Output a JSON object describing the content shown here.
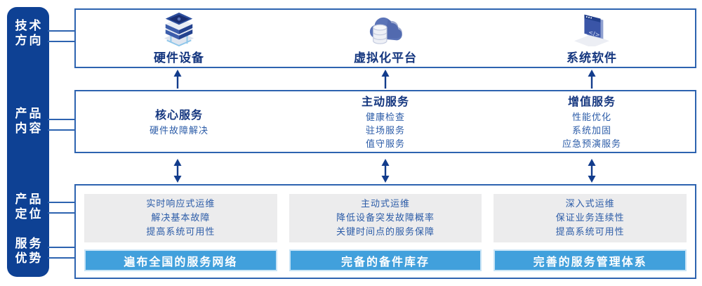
{
  "colors": {
    "sidebar_bg": "#0e4194",
    "box_border": "#2d63b0",
    "heading_text": "#14367f",
    "body_text": "#2c5ca8",
    "panel_grey": "#ececed",
    "banner_blue": "#41a0dc",
    "arrow": "#123c8c"
  },
  "sidebar": {
    "groups": [
      {
        "line1": "技术",
        "line2": "方向"
      },
      {
        "line1": "产品",
        "line2": "内容"
      },
      {
        "line1": "产品",
        "line2": "定位"
      },
      {
        "line1": "服务",
        "line2": "优势"
      }
    ]
  },
  "tech_row": {
    "items": [
      {
        "icon": "server-stack-icon",
        "label": "硬件设备"
      },
      {
        "icon": "cloud-database-icon",
        "label": "虚拟化平台"
      },
      {
        "icon": "code-window-icon",
        "label": "系统软件"
      }
    ]
  },
  "content_row": {
    "columns": [
      {
        "title": "核心服务",
        "items": [
          "硬件故障解决"
        ]
      },
      {
        "title": "主动服务",
        "items": [
          "健康检查",
          "驻场服务",
          "值守服务"
        ]
      },
      {
        "title": "增值服务",
        "items": [
          "性能优化",
          "系统加固",
          "应急预演服务"
        ]
      }
    ]
  },
  "position_row": {
    "columns": [
      {
        "lines": [
          "实时响应式运维",
          "解决基本故障",
          "提高系统可用性"
        ],
        "banner": "遍布全国的服务网络"
      },
      {
        "lines": [
          "主动式运维",
          "降低设备突发故障概率",
          "关键时间点的服务保障"
        ],
        "banner": "完备的备件库存"
      },
      {
        "lines": [
          "深入式运维",
          "保证业务连续性",
          "提高系统可用性"
        ],
        "banner": "完善的服务管理体系"
      }
    ]
  }
}
